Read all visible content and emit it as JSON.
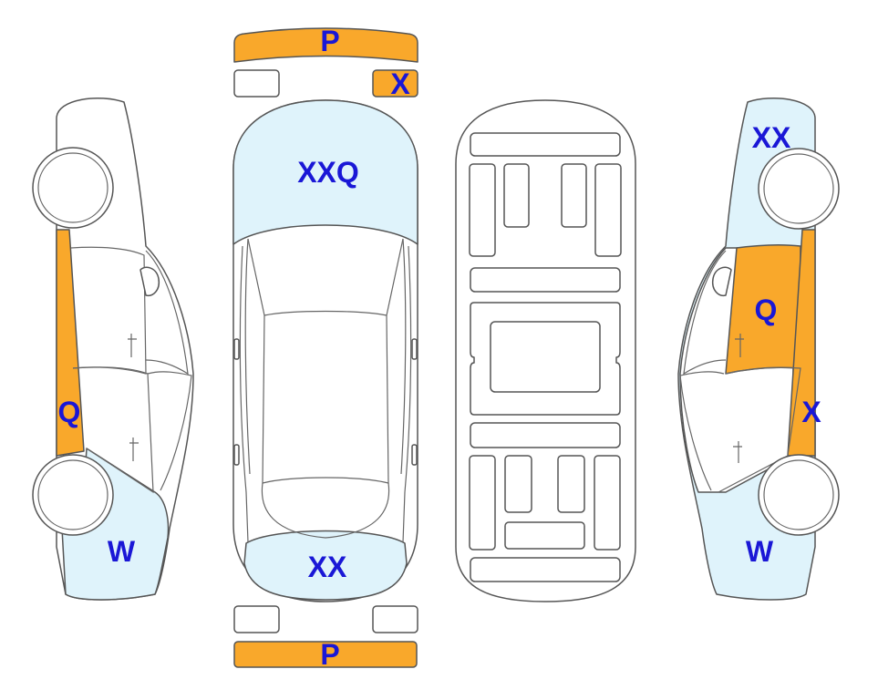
{
  "colors": {
    "outline": "#555555",
    "blank": "#ffffff",
    "light_blue": "#dff3fb",
    "orange": "#f9a82b",
    "label": "#1a17d6"
  },
  "labels": {
    "front_bumper": "P",
    "front_right_corner": "X",
    "hood": "XXQ",
    "trunk": "XX",
    "rear_bumper": "P",
    "left_pillar": "Q",
    "left_rear_quarter": "W",
    "right_front_fender": "XX",
    "right_front_door": "Q",
    "right_pillar": "X",
    "right_rear_quarter": "W"
  }
}
